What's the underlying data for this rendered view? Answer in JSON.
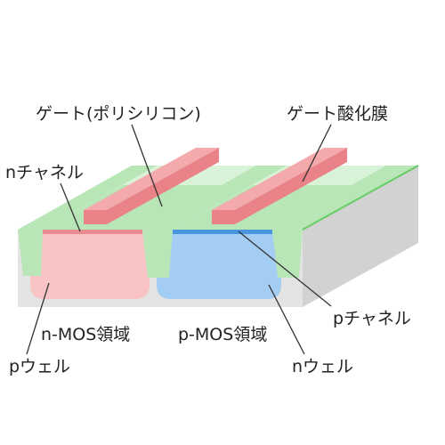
{
  "labels": {
    "gate": "ゲート(ポリシリコン)",
    "gate_oxide": "ゲート酸化膜",
    "n_channel": "nチャネル",
    "p_channel": "pチャネル",
    "n_mos": "n-MOS領域",
    "p_mos": "p-MOS領域",
    "p_well": "pウェル",
    "n_well": "nウェル"
  },
  "colors": {
    "substrate_front": "#e3e3e3",
    "substrate_side": "#d2d2d2",
    "top_surface": "#d9f3d9",
    "isolation": "#b9e6b6",
    "top_edge": "#66cc66",
    "p_well": "#f8c4c6",
    "n_well": "#a3cdf2",
    "n_channel": "#e88d92",
    "p_channel": "#4a96de",
    "gate_top": "#f4a9ad",
    "gate_front": "#e98389",
    "leader": "#333333",
    "text": "#222222"
  }
}
